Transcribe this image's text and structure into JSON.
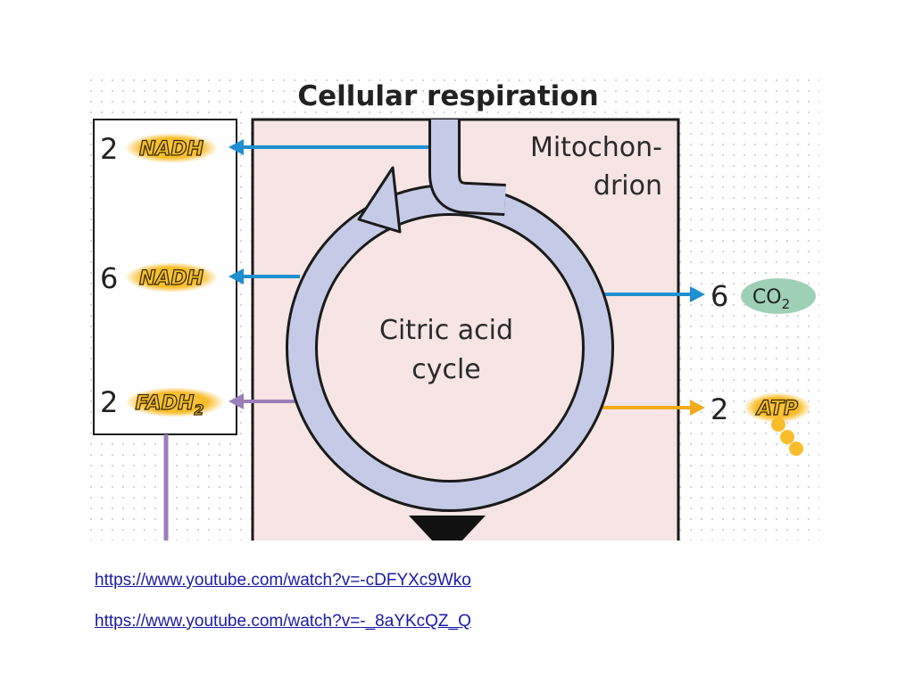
{
  "diagram": {
    "title": "Cellular respiration",
    "compartment_label_line1": "Mitochon-",
    "compartment_label_line2": "drion",
    "cycle_label_line1": "Citric acid",
    "cycle_label_line2": "cycle",
    "outputs_left": [
      {
        "count": "2",
        "molecule": "NADH"
      },
      {
        "count": "6",
        "molecule": "NADH"
      },
      {
        "count": "2",
        "molecule": "FADH",
        "subscript": "2"
      }
    ],
    "outputs_right": [
      {
        "count": "6",
        "molecule": "CO",
        "subscript": "2"
      },
      {
        "count": "2",
        "molecule": "ATP"
      }
    ],
    "colors": {
      "mitochondrion_fill": "#f7e4e4",
      "cycle_fill": "#c5cae6",
      "nadh_arrow": "#1f8fd0",
      "fadh2_arrow": "#9a7fb8",
      "atp_arrow": "#f2ab1c",
      "badge_orange": "#f9bd2c",
      "co2_green": "#9ed0b6"
    }
  },
  "links": [
    {
      "text": "https://www.youtube.com/watch?v=-cDFYXc9Wko"
    },
    {
      "text": "https://www.youtube.com/watch?v=-_8aYKcQZ_Q"
    }
  ]
}
